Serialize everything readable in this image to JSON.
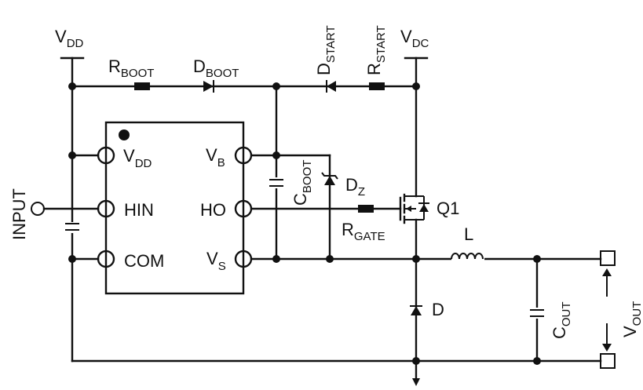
{
  "labels": {
    "vdd_top": {
      "main": "V",
      "sub": "DD"
    },
    "vdc": {
      "main": "V",
      "sub": "DC"
    },
    "rboot": {
      "main": "R",
      "sub": "BOOT"
    },
    "dboot": {
      "main": "D",
      "sub": "BOOT"
    },
    "dstart": {
      "main": "D",
      "sub": "START"
    },
    "rstart": {
      "main": "R",
      "sub": "START"
    },
    "cboot": {
      "main": "C",
      "sub": "BOOT"
    },
    "dz": {
      "main": "D",
      "sub": "Z"
    },
    "rgate": {
      "main": "R",
      "sub": "GATE"
    },
    "q1": "Q1",
    "inductor": "L",
    "diode": "D",
    "cout": {
      "main": "C",
      "sub": "OUT"
    },
    "vout": {
      "main": "V",
      "sub": "OUT"
    },
    "input": "INPUT"
  },
  "ic_pins": {
    "vdd": {
      "main": "V",
      "sub": "DD"
    },
    "hin": "HIN",
    "com": "COM",
    "vb": {
      "main": "V",
      "sub": "B"
    },
    "ho": "HO",
    "vs": {
      "main": "V",
      "sub": "S"
    }
  },
  "colors": {
    "ink": "#111111",
    "background": "#ffffff"
  }
}
